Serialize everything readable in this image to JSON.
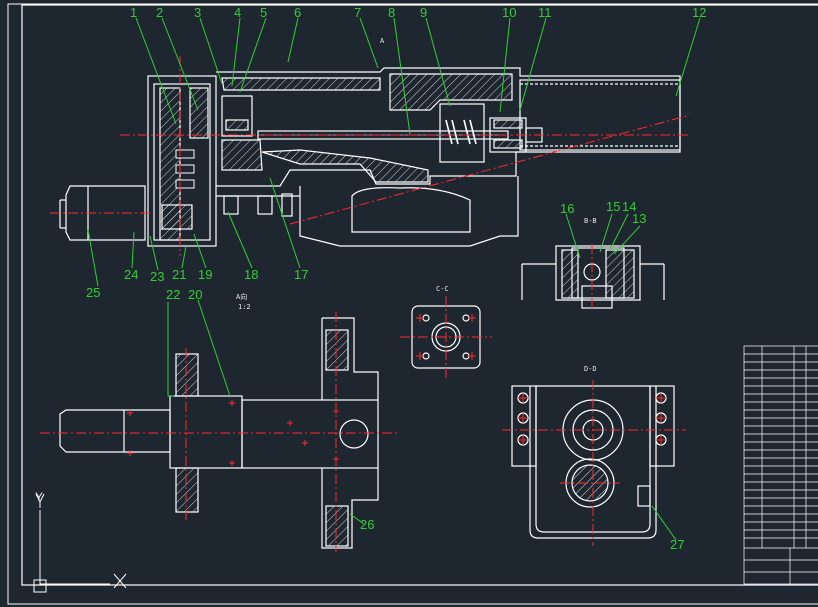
{
  "drawing": {
    "background": "#1e2630",
    "line_color": "#ffffff",
    "leader_color": "#2fd12f",
    "centerline_color": "#ff2a2a",
    "hatch_color": "#ffffff"
  },
  "part_labels": [
    "1",
    "2",
    "3",
    "4",
    "5",
    "6",
    "7",
    "8",
    "9",
    "10",
    "11",
    "12",
    "13",
    "14",
    "15",
    "16",
    "17",
    "18",
    "19",
    "20",
    "21",
    "22",
    "23",
    "24",
    "25",
    "26",
    "27"
  ],
  "views": {
    "view_a": "A向",
    "view_a_scale": "1:2",
    "section_bb": "B-B",
    "section_cc": "C-C",
    "section_dd": "D-D",
    "marker_a": "A"
  },
  "ucs": {
    "y_label": "Y",
    "x_label": "X"
  },
  "title_block": {
    "rows": 25
  }
}
